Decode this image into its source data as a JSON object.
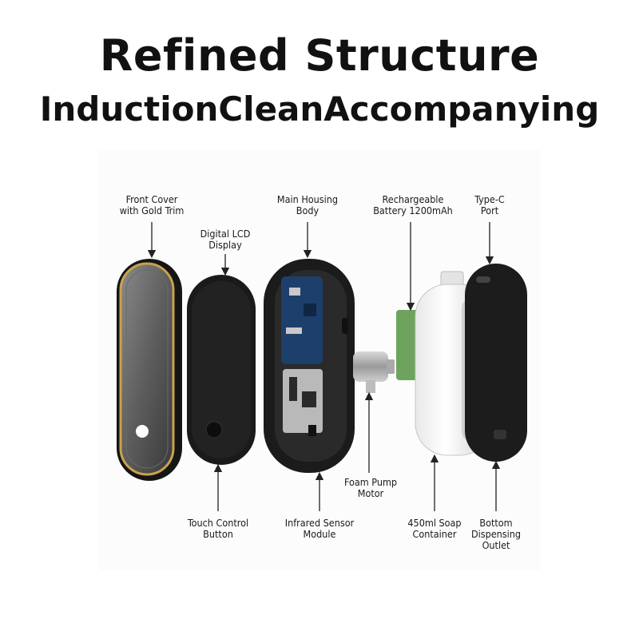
{
  "title": "Refined Structure",
  "subtitle": "InductionCleanAccompanying",
  "labels": {
    "front_cover": "Front Cover\nwith Gold Trim",
    "lcd": "Digital LCD\nDisplay",
    "main_housing": "Main Housing\nBody",
    "battery": "Rechargeable\nBattery 1200mAh",
    "type_c": "Type-C\nPort",
    "pump": "Foam Pump\nMotor",
    "touch": "Touch Control\nButton",
    "infrared": "Infrared Sensor\nModule",
    "container": "450ml Soap\nContainer",
    "outlet": "Bottom\nDispensing\nOutlet"
  },
  "colors": {
    "gold": "#c9a24b",
    "body": "#1b1b1b",
    "pcb": "#1d3f6b",
    "battery": "#6ea35e"
  }
}
